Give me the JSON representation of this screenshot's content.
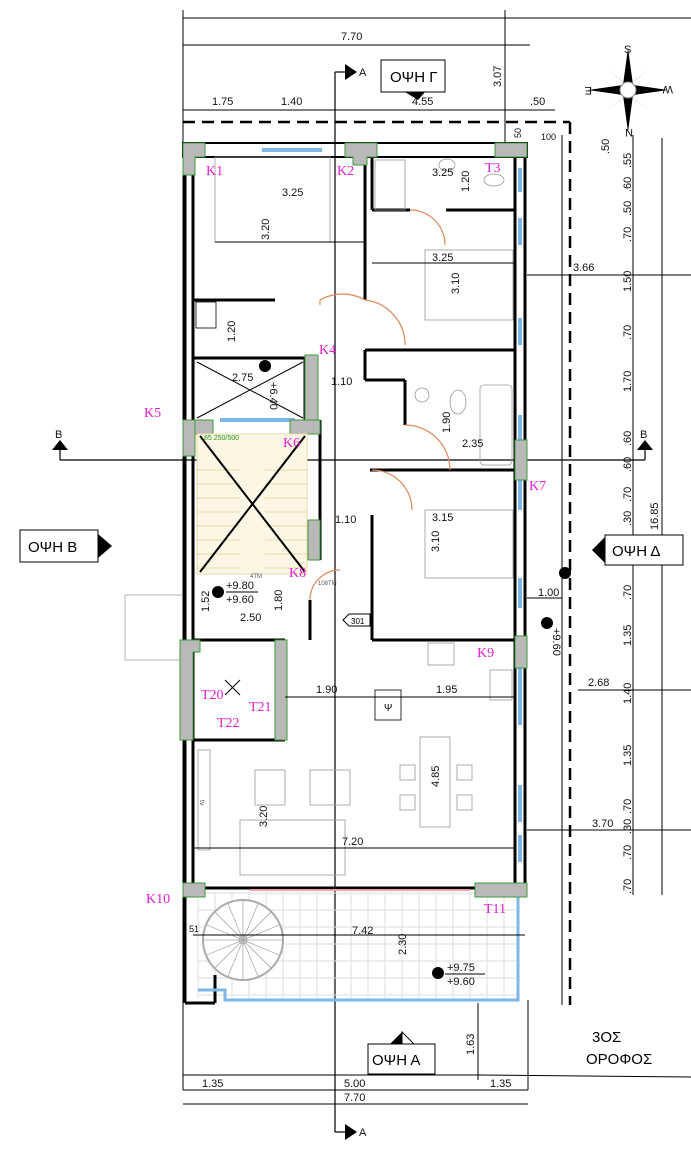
{
  "floor": {
    "line1": "3ΟΣ",
    "line2": "ΟΡΟΦΟΣ"
  },
  "elevations": {
    "top": "ΟΨΗ Γ",
    "bottom": "ΟΨΗ Α",
    "left": "ΟΨΗ Β",
    "right": "ΟΨΗ Δ"
  },
  "sections": {
    "a": "A",
    "b": "B"
  },
  "compass": {
    "n": "N",
    "s": "S",
    "e": "E",
    "w": "W"
  },
  "labels": {
    "K1": "K1",
    "K2": "K2",
    "T3": "T3",
    "K4": "K4",
    "K5": "K5",
    "K6": "K6",
    "K7": "K7",
    "K8": "K8",
    "K9": "K9",
    "K10": "K10",
    "T11": "T11",
    "T20": "T20",
    "T21": "T21",
    "T22": "T22"
  },
  "dims_top": [
    "7.70",
    "1.75",
    "1.40",
    "4.55",
    ".50",
    "3.07",
    "50",
    "100"
  ],
  "dims_bottom": [
    "1.35",
    "5.00",
    "1.35",
    "7.70",
    "1.63"
  ],
  "dims_right": [
    ".50",
    ".55",
    ".60",
    ".50",
    ".70",
    "1.50",
    ".70",
    "1.70",
    ".60",
    ".60",
    ".70",
    ".30",
    ".70",
    "1.35",
    "1.40",
    "1.35",
    ".70",
    ".30",
    ".70",
    ".70",
    "16.85",
    "3.66",
    "2.68",
    "3.70",
    "1.00"
  ],
  "dims_rooms": [
    "3.25",
    "3.20",
    "3.25",
    "1.20",
    "3.25",
    "3.10",
    "1.20",
    "2.75",
    "+6.40",
    "1.10",
    "1.90",
    "2.35",
    "1.10",
    "3.15",
    "3.10",
    "1.80",
    "2.50",
    "1.52",
    "1.90",
    "1.95",
    "4.85",
    "3.20",
    "7.20",
    "7.42",
    "2.30",
    "51"
  ],
  "levels": {
    "stair_top": "+9.80",
    "stair_bottom": "+9.60",
    "balcony_top": "+9.75",
    "balcony_bottom": "+9.60",
    "right": "+9.60"
  },
  "notes": {
    "stair_spec": "85 250/500",
    "tm4": "4TM",
    "tm108": "108TM",
    "code301": "301",
    "tv": "tv",
    "psi": "Ψ"
  }
}
